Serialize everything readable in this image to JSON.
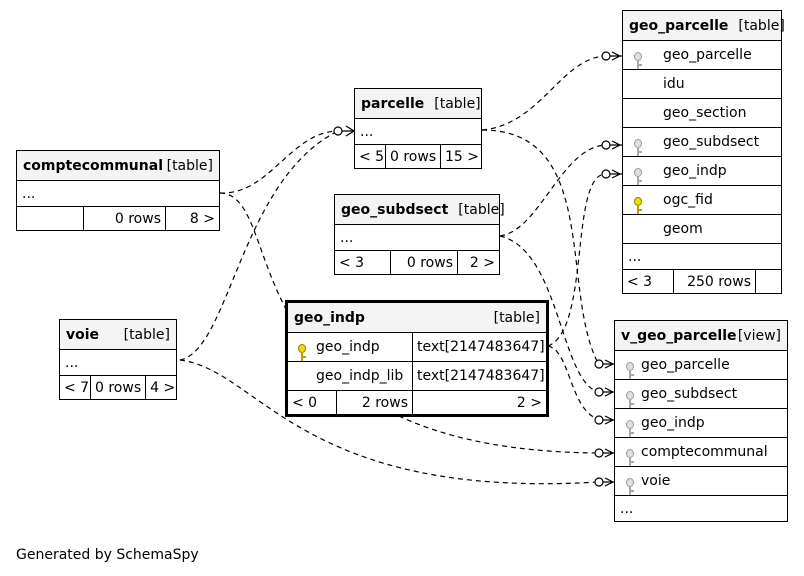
{
  "tables": {
    "geo_parcelle": {
      "name": "geo_parcelle",
      "kind": "[table]",
      "columns": [
        "geo_parcelle",
        "idu",
        "geo_section",
        "geo_subdsect",
        "geo_indp",
        "ogc_fid",
        "geom"
      ],
      "keys": [
        "fk",
        "",
        "",
        "fk",
        "fk",
        "pk",
        ""
      ],
      "more": "...",
      "stats": [
        "< 3",
        "250 rows",
        ""
      ]
    },
    "parcelle": {
      "name": "parcelle",
      "kind": "[table]",
      "more": "...",
      "stats": [
        "< 5",
        "0 rows",
        "15 >"
      ]
    },
    "comptecommunal": {
      "name": "comptecommunal",
      "kind": "[table]",
      "more": "...",
      "stats": [
        "",
        "0 rows",
        "8 >"
      ]
    },
    "geo_subdsect": {
      "name": "geo_subdsect",
      "kind": "[table]",
      "more": "...",
      "stats": [
        "< 3",
        "0 rows",
        "2 >"
      ]
    },
    "voie": {
      "name": "voie",
      "kind": "[table]",
      "more": "...",
      "stats": [
        "< 7",
        "0 rows",
        "4 >"
      ]
    },
    "geo_indp": {
      "name": "geo_indp",
      "kind": "[table]",
      "columns": [
        "geo_indp",
        "geo_indp_lib"
      ],
      "types": [
        "text[2147483647]",
        "text[2147483647]"
      ],
      "keys": [
        "pk",
        ""
      ],
      "stats": [
        "< 0",
        "2 rows",
        "2 >"
      ]
    },
    "v_geo_parcelle": {
      "name": "v_geo_parcelle",
      "kind": "[view]",
      "columns": [
        "geo_parcelle",
        "geo_subdsect",
        "geo_indp",
        "comptecommunal",
        "voie"
      ],
      "keys": [
        "fk",
        "fk",
        "fk",
        "fk",
        "fk"
      ],
      "more": "..."
    }
  },
  "footer": "Generated by SchemaSpy"
}
